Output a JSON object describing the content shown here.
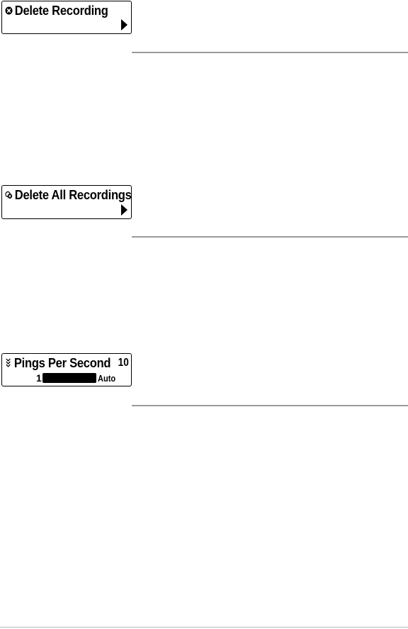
{
  "menus": {
    "delete_recording": {
      "label": "Delete Recording",
      "icon": "delete-icon"
    },
    "delete_all": {
      "label": "Delete All Recordings",
      "icon": "delete-all-icon"
    },
    "pings": {
      "label": "Pings Per Second",
      "icon": "sonar-icon",
      "value": "10",
      "slider_min": "1",
      "slider_max": "Auto",
      "slider_fill": 1.0
    }
  }
}
